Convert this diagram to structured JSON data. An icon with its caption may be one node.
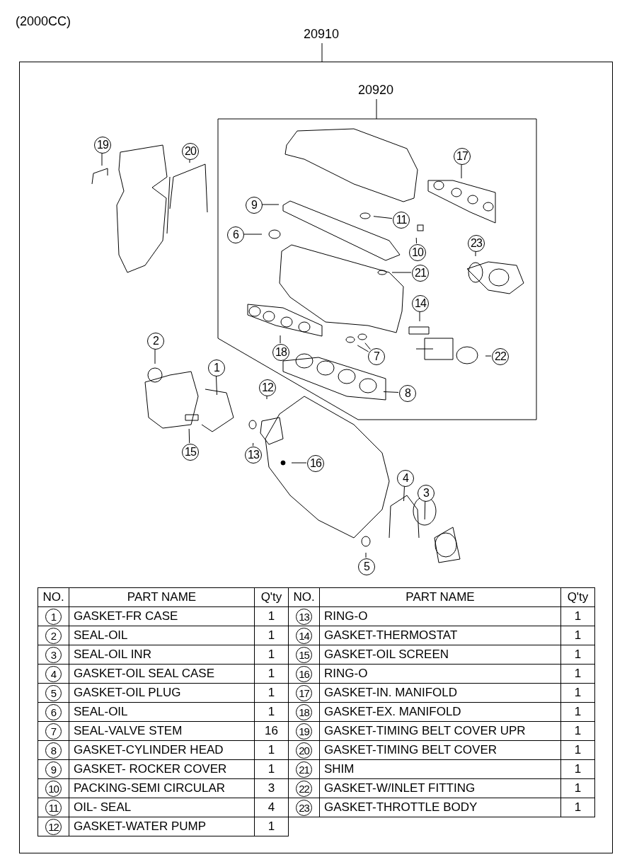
{
  "diagram": {
    "nodes": [
      {
        "text": [
          "20910"
        ]
      },
      {
        "text": [
          "20920"
        ],
        "in": 0
      },
      {
        "text": [
          "1"
        ],
        "in": 0
      },
      {
        "text": [
          "2"
        ],
        "in": 0
      },
      {
        "text": [
          "3"
        ],
        "in": 0
      },
      {
        "text": [
          "4"
        ],
        "in": 0
      },
      {
        "text": [
          "5"
        ],
        "in": 0
      },
      {
        "text": [
          "6"
        ],
        "in": 1
      },
      {
        "text": [
          "7"
        ],
        "in": 1
      },
      {
        "text": [
          "8"
        ],
        "in": 1
      },
      {
        "text": [
          "9"
        ],
        "in": 1
      },
      {
        "text": [
          "10"
        ],
        "in": 1
      },
      {
        "text": [
          "11"
        ],
        "in": 1
      },
      {
        "text": [
          "12"
        ],
        "in": 0
      },
      {
        "text": [
          "13"
        ],
        "in": 0
      },
      {
        "text": [
          "14"
        ],
        "in": 1
      },
      {
        "text": [
          "15"
        ],
        "in": 0
      },
      {
        "text": [
          "16"
        ],
        "in": 0
      },
      {
        "text": [
          "17"
        ],
        "in": 1
      },
      {
        "text": [
          "18"
        ],
        "in": 1
      },
      {
        "text": [
          "19"
        ],
        "in": 0
      },
      {
        "text": [
          "20"
        ],
        "in": 0
      },
      {
        "text": [
          "21"
        ],
        "in": 1
      },
      {
        "text": [
          "22"
        ],
        "in": 1
      },
      {
        "text": [
          "23"
        ],
        "in": 1
      }
    ],
    "edges": [
      {
        "from": 2,
        "to": null,
        "arrow": "none"
      },
      {
        "from": 3,
        "to": null,
        "arrow": "none"
      },
      {
        "from": 4,
        "to": null,
        "arrow": "none"
      },
      {
        "from": 5,
        "to": null,
        "arrow": "none"
      },
      {
        "from": 6,
        "to": null,
        "arrow": "none"
      },
      {
        "from": 7,
        "to": null,
        "arrow": "none"
      },
      {
        "from": 8,
        "to": null,
        "arrow": "none"
      },
      {
        "from": 8,
        "to": null,
        "arrow": "none"
      },
      {
        "from": 9,
        "to": null,
        "arrow": "none"
      },
      {
        "from": 10,
        "to": null,
        "arrow": "none"
      },
      {
        "from": 11,
        "to": null,
        "arrow": "none"
      },
      {
        "from": 12,
        "to": null,
        "arrow": "none"
      },
      {
        "from": 13,
        "to": null,
        "arrow": "none"
      },
      {
        "from": 14,
        "to": null,
        "arrow": "none"
      },
      {
        "from": 15,
        "to": null,
        "arrow": "none"
      },
      {
        "from": 16,
        "to": null,
        "arrow": "none"
      },
      {
        "from": 17,
        "to": null,
        "arrow": "none"
      },
      {
        "from": 18,
        "to": null,
        "arrow": "none"
      },
      {
        "from": 19,
        "to": null,
        "arrow": "none"
      },
      {
        "from": 20,
        "to": null,
        "arrow": "none"
      },
      {
        "from": 21,
        "to": null,
        "arrow": "none"
      },
      {
        "from": 22,
        "to": null,
        "arrow": "none"
      },
      {
        "from": 23,
        "to": null,
        "arrow": "none"
      },
      {
        "from": 24,
        "to": null,
        "arrow": "none"
      }
    ],
    "labels": [
      "(2000CC)",
      "NO.",
      "PART NAME",
      "Q'ty",
      "NO.",
      "PART NAME",
      "Q'ty",
      "1",
      "GASKET-FR CASE",
      "1",
      "13",
      "RING-O",
      "1",
      "2",
      "SEAL-OIL",
      "1",
      "14",
      "GASKET-THERMOSTAT",
      "1",
      "3",
      "SEAL-OIL INR",
      "1",
      "15",
      "GASKET-OIL SCREEN",
      "1",
      "4",
      "GASKET-OIL SEAL CASE",
      "1",
      "16",
      "RING-O",
      "1",
      "5",
      "GASKET-OIL PLUG",
      "1",
      "17",
      "GASKET-IN. MANIFOLD",
      "1",
      "6",
      "SEAL-OIL",
      "1",
      "18",
      "GASKET-EX. MANIFOLD",
      "1",
      "7",
      "SEAL-VALVE STEM",
      "16",
      "19",
      "GASKET-TIMING BELT COVER UPR",
      "1",
      "8",
      "GASKET-CYLINDER HEAD",
      "1",
      "20",
      "GASKET-TIMING BELT COVER",
      "1",
      "9",
      "GASKET- ROCKER COVER",
      "1",
      "21",
      "SHIM",
      "1",
      "10",
      "PACKING-SEMI CIRCULAR",
      "3",
      "22",
      "GASKET-W/INLET FITTING",
      "1",
      "11",
      "OIL- SEAL",
      "4",
      "23",
      "GASKET-THROTTLE BODY",
      "1",
      "12",
      "GASKET-WATER PUMP",
      "1"
    ]
  }
}
